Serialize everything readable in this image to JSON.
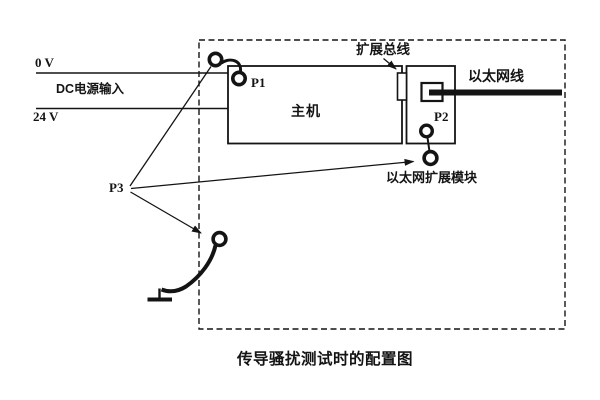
{
  "figure": {
    "caption": "传导骚扰测试时的配置图",
    "power": {
      "line1_label": "0 V",
      "line2_label": "24 V",
      "input_label": "DC电源输入"
    },
    "probes": {
      "p1": "P1",
      "p2": "P2",
      "p3": "P3"
    },
    "blocks": {
      "host": "主机",
      "expansion_bus": "扩展总线",
      "ethernet_cable": "以太网线",
      "ethernet_module": "以太网扩展模块"
    },
    "colors": {
      "ink": "#141414",
      "paper": "#ffffff"
    }
  }
}
